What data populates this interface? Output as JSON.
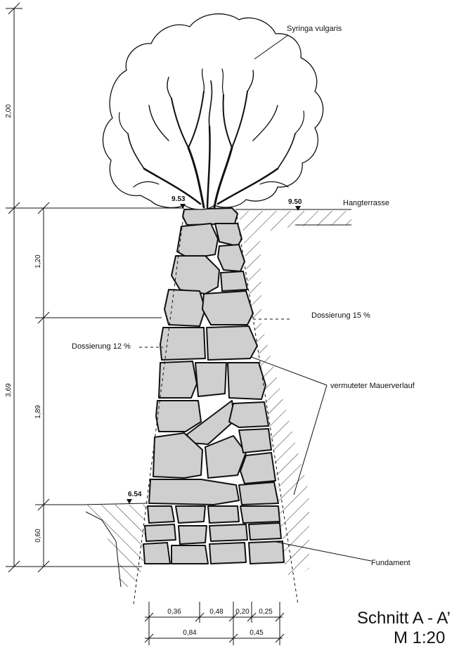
{
  "plant_label": "Syringa vulgaris",
  "terrace_label": "Hangterrasse",
  "elevations": {
    "wall_top": "9.53",
    "terrace": "9.50",
    "ground": "6.54"
  },
  "batter": {
    "back": "Dossierung 15 %",
    "front": "Dossierung 12 %"
  },
  "assumed_wall_line": "vermuteter Mauerverlauf",
  "foundation": "Fundament",
  "vertical_dims": {
    "outer": [
      "2,00",
      "3,69"
    ],
    "inner": [
      "1,20",
      "1,89",
      "0,60"
    ]
  },
  "horizontal_dims": {
    "row1": [
      "0,36",
      "0,48",
      "0,20",
      "0,25"
    ],
    "row2": [
      "0,84",
      "0,45"
    ]
  },
  "title": {
    "section": "Schnitt A - A’",
    "scale": "M 1:20"
  }
}
